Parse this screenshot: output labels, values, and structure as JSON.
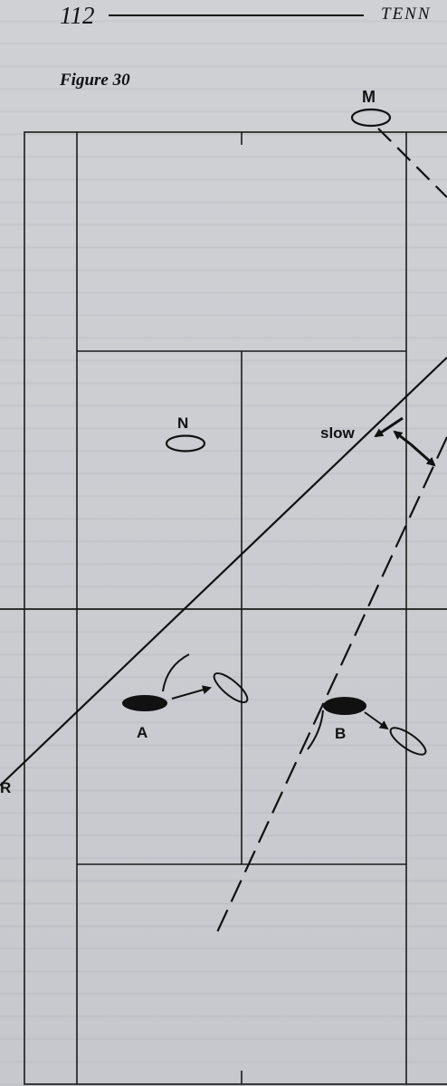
{
  "header": {
    "page_number": "112",
    "running_title": "TENN"
  },
  "figure": {
    "caption": "Figure 30",
    "labels": {
      "M": "M",
      "N": "N",
      "A": "A",
      "B": "B",
      "R": "R",
      "slow": "slow"
    }
  }
}
